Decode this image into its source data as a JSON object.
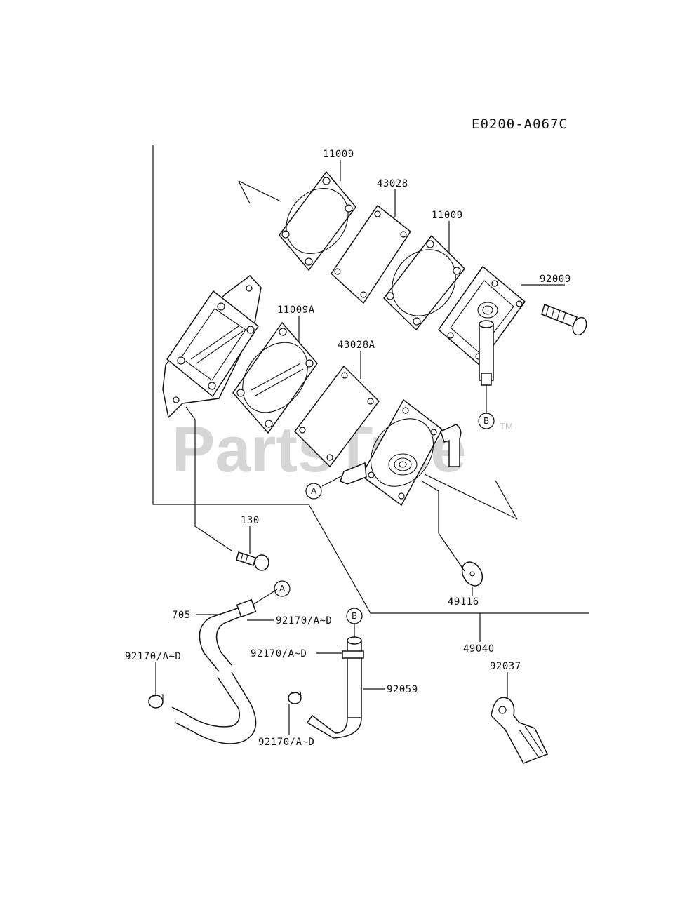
{
  "diagram_code": "E0200-A067C",
  "watermark": {
    "text": "PartsTree",
    "trademark": "TM"
  },
  "callouts": {
    "a": "A",
    "b": "B"
  },
  "labels": {
    "gasket_top": "11009",
    "diaphragm_top": "43028",
    "gasket_mid": "11009",
    "bolt_92009": "92009",
    "gasket_a": "11009A",
    "diaphragm_a": "43028A",
    "bolt_130": "130",
    "valve_49116": "49116",
    "pump_49040": "49040",
    "hose_705": "705",
    "clamp_1": "92170/A~D",
    "clamp_2": "92170/A~D",
    "clamp_3": "92170/A~D",
    "clamp_4": "92170/A~D",
    "hose_92059": "92059",
    "bracket_92037": "92037"
  }
}
